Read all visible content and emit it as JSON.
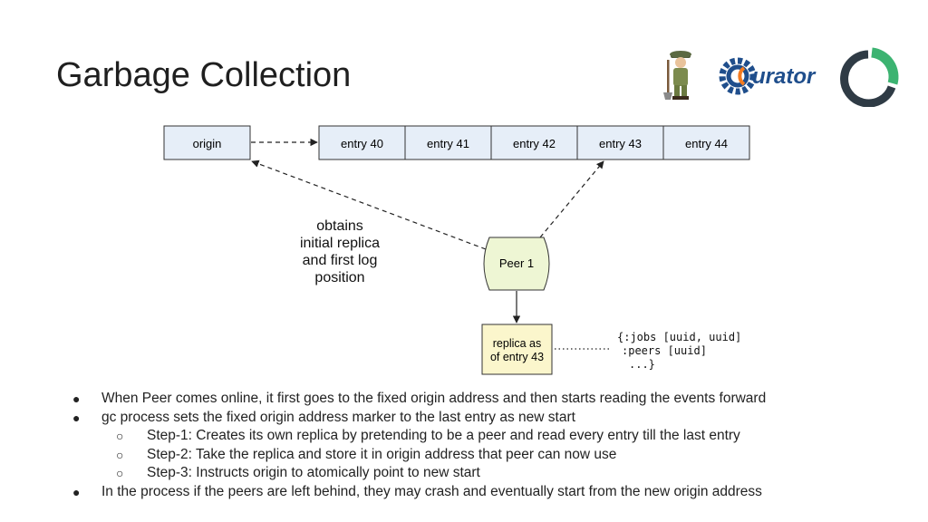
{
  "slide": {
    "title": "Garbage Collection"
  },
  "logos": {
    "mascot_icon": "soldier-with-shovel-mascot",
    "curator_wordmark": "urator",
    "curator_icon": "gear-c-icon",
    "ring_icon": "green-ring-logo"
  },
  "diagram": {
    "origin_label": "origin",
    "entries": [
      "entry 40",
      "entry 41",
      "entry 42",
      "entry 43",
      "entry 44"
    ],
    "peer_label": "Peer 1",
    "annotation_lines": [
      "obtains",
      "initial replica",
      "and first log",
      "position"
    ],
    "replica_lines": [
      "replica as",
      "of entry 43"
    ],
    "code_lines": [
      "{:jobs [uuid, uuid]",
      ":peers [uuid]",
      "...}"
    ]
  },
  "bullets": [
    {
      "level": 1,
      "text": "When Peer comes online, it first goes to the fixed origin address and then starts reading the events forward"
    },
    {
      "level": 1,
      "text": "gc process sets the fixed origin address marker to the last entry as new start"
    },
    {
      "level": 2,
      "text": "Step-1: Creates its own replica by pretending to be a peer and read every entry till the last entry"
    },
    {
      "level": 2,
      "text": "Step-2: Take the replica and store it in origin address that peer can now use"
    },
    {
      "level": 2,
      "text": "Step-3: Instructs origin to atomically point to new start"
    },
    {
      "level": 1,
      "text": "In the process if the peers are left behind, they may crash and eventually start from the new origin address"
    }
  ],
  "colors": {
    "box_fill": "#e6eef8",
    "peer_fill": "#eef6d4",
    "replica_fill": "#fbf6cc",
    "curator_blue": "#1f4e8c",
    "ring_green": "#3cb371",
    "ring_dark": "#2f3b45"
  }
}
